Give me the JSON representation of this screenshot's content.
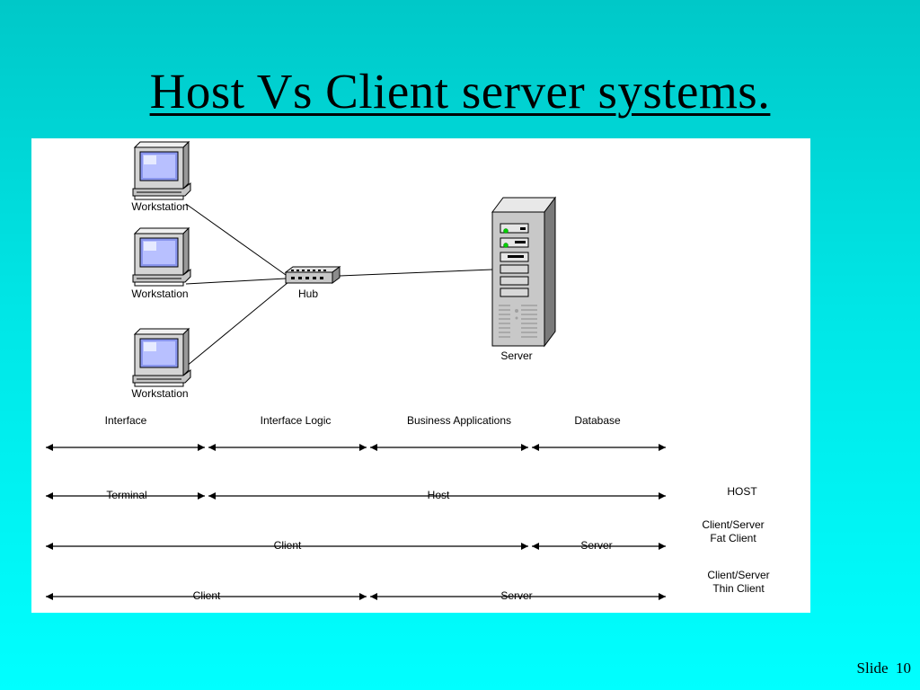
{
  "title": "Host Vs Client server systems.",
  "slide": {
    "label": "Slide",
    "number": "10"
  },
  "nodes": {
    "workstation_1": "Workstation",
    "workstation_2": "Workstation",
    "workstation_3": "Workstation",
    "hub": "Hub",
    "server": "Server"
  },
  "layers": [
    "Interface",
    "Interface Logic",
    "Business Applications",
    "Database"
  ],
  "rows": {
    "host": {
      "segments": [
        "Terminal",
        "Host"
      ],
      "label": "HOST"
    },
    "fat": {
      "segments": [
        "Client",
        "Server"
      ],
      "label_line1": "Client/Server",
      "label_line2": "Fat Client"
    },
    "thin": {
      "segments": [
        "Client",
        "Server"
      ],
      "label_line1": "Client/Server",
      "label_line2": "Thin Client"
    }
  }
}
